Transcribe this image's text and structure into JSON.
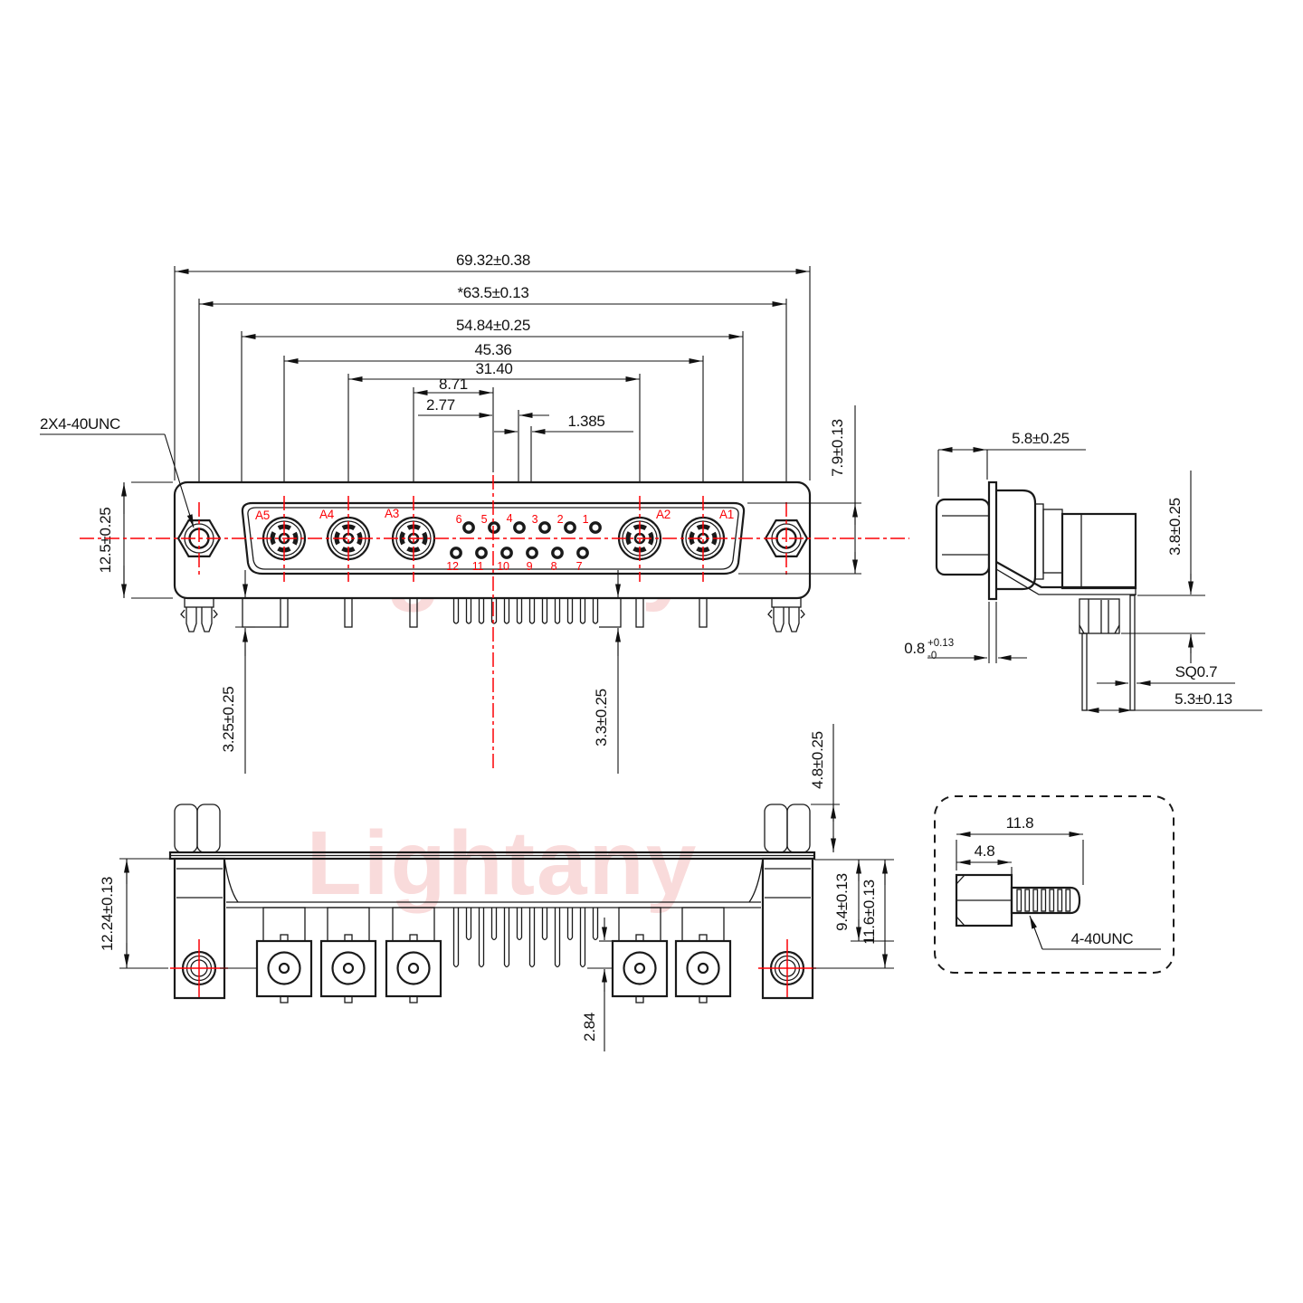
{
  "watermark": {
    "text": "Lightany",
    "color": "#f2aaaa"
  },
  "colors": {
    "accent": "#fb0005",
    "line": "#1a1a1a",
    "background": "#ffffff"
  },
  "front_view": {
    "thread_label": "2X4-40UNC",
    "dims": {
      "overall_width": "69.32±0.38",
      "mount_spacing": "*63.5±0.13",
      "face_width": "54.84±0.25",
      "a5_a1_spacing": "45.36",
      "a4_a2_spacing": "31.40",
      "a3_to_center": "8.71",
      "pin_pitch": "2.77",
      "pin_stagger": "1.385",
      "shell_height": "12.5±0.25",
      "face_height": "7.9±0.13",
      "tail_left": "3.25±0.25",
      "tail_right": "3.3±0.25"
    },
    "coax_labels": [
      "A5",
      "A4",
      "A3",
      "A2",
      "A1"
    ],
    "pin_numbers_top": [
      "6",
      "5",
      "4",
      "3",
      "2",
      "1"
    ],
    "pin_numbers_bottom": [
      "12",
      "11",
      "10",
      "9",
      "8",
      "7"
    ]
  },
  "side_view": {
    "dims": {
      "head_to_flange": "5.8±0.25",
      "standoff_height": "3.8±0.25",
      "flange_thickness": "0.8",
      "flange_tol_plus": "+0.13",
      "flange_tol_minus": "-0",
      "pin_square": "SQ0.7",
      "pin_spacing": "5.3±0.13"
    }
  },
  "bottom_view": {
    "dims": {
      "screw_head_height": "4.8±0.25",
      "body_depth": "9.4±0.13",
      "center_depth": "11.6±0.13",
      "pin_row_offset": "2.84",
      "overall_height": "12.24±0.13"
    }
  },
  "screw_detail": {
    "dims": {
      "total_length": "11.8",
      "head_length": "4.8"
    },
    "thread_label": "4-40UNC"
  }
}
